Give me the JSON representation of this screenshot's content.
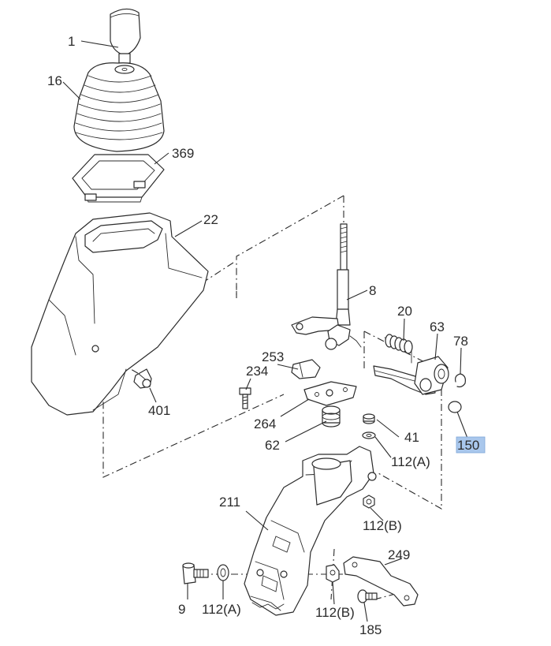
{
  "callouts": {
    "c1": "1",
    "c16": "16",
    "c369": "369",
    "c22": "22",
    "c401": "401",
    "c8": "8",
    "c20": "20",
    "c63": "63",
    "c78": "78",
    "c253": "253",
    "c234": "234",
    "c264": "264",
    "c62": "62",
    "c41": "41",
    "c112a_right": "112(A)",
    "c150": "150",
    "c211": "211",
    "c112b_right": "112(B)",
    "c249": "249",
    "c9": "9",
    "c112a_bottom": "112(A)",
    "c112b_bottom": "112(B)",
    "c185": "185"
  },
  "highlight": {
    "part": "150",
    "color": "#a9c7ec"
  }
}
